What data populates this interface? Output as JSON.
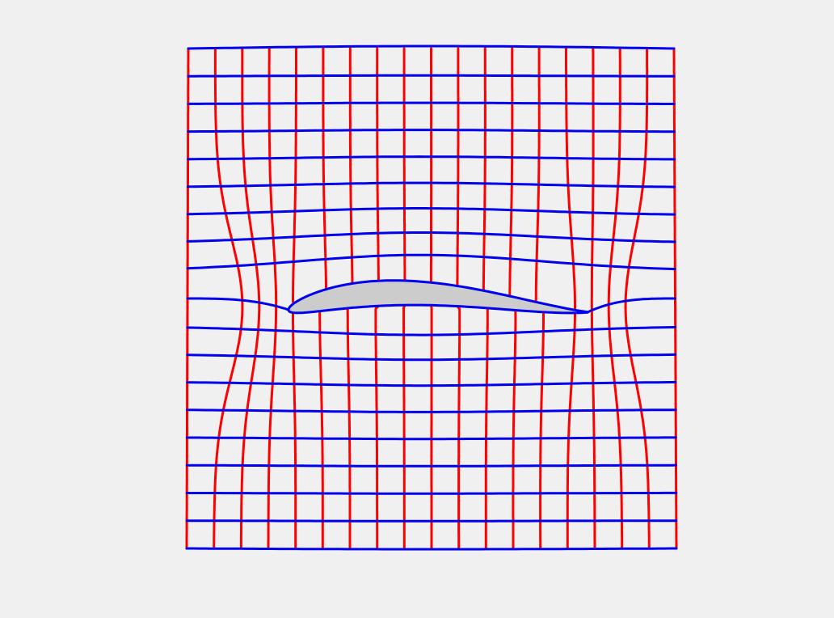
{
  "diagram": {
    "type": "curvilinear-mesh",
    "shape": "cambered-airfoil",
    "horizontal_line_count": 19,
    "vertical_line_count": 19,
    "colors": {
      "background": "#f0f0f0",
      "horizontal_lines": "#0000ee",
      "vertical_lines": "#ff0000",
      "airfoil_fill": "#cccccc",
      "airfoil_outline": "#0000ee"
    }
  }
}
